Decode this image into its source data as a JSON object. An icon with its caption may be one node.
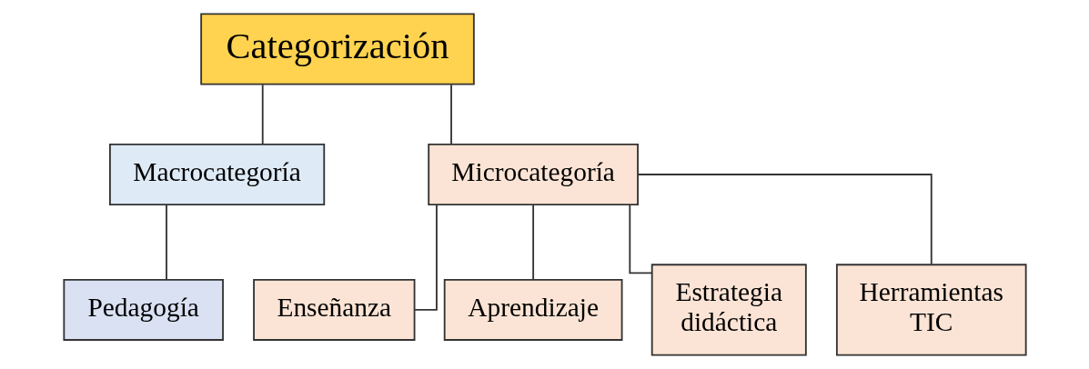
{
  "diagram": {
    "nodes": [
      {
        "text": [
          "Categorización"
        ]
      },
      {
        "text": [
          "Macrocategoría"
        ]
      },
      {
        "text": [
          "Microcategoría"
        ]
      },
      {
        "text": [
          "Pedagogía"
        ]
      },
      {
        "text": [
          "Enseñanza"
        ]
      },
      {
        "text": [
          "Aprendizaje"
        ]
      },
      {
        "text": [
          "Estrategia didáctica"
        ]
      },
      {
        "text": [
          "Herramientas TIC"
        ]
      }
    ],
    "edges": [
      {
        "from": 0,
        "to": 1,
        "arrow": "none"
      },
      {
        "from": 0,
        "to": 2,
        "arrow": "none"
      },
      {
        "from": 1,
        "to": 3,
        "arrow": "none"
      },
      {
        "from": 2,
        "to": 4,
        "arrow": "none"
      },
      {
        "from": 2,
        "to": 5,
        "arrow": "none"
      },
      {
        "from": 2,
        "to": 6,
        "arrow": "none"
      },
      {
        "from": 2,
        "to": 7,
        "arrow": "none"
      }
    ]
  }
}
